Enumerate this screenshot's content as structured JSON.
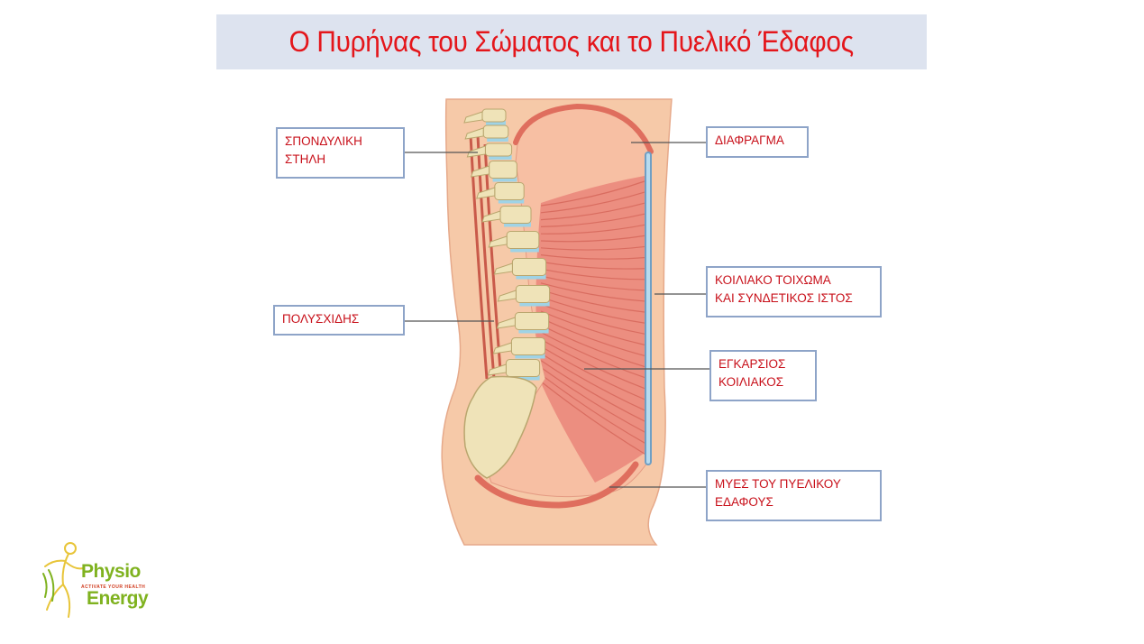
{
  "title": "Ο Πυρήνας του Σώματος και το Πυελικό Έδαφος",
  "labels": {
    "spine": {
      "line1": "ΣΠΟΝΔΥΛΙΚΗ",
      "line2": "ΣΤΗΛΗ"
    },
    "multifidus": {
      "line1": "ΠΟΛΥΣΧΙΔΗΣ"
    },
    "diaphragm": {
      "line1": "ΔΙΑΦΡΑΓΜΑ"
    },
    "abdominal_wall": {
      "line1": "ΚΟΙΛΙΑΚΟ ΤΟΙΧΩΜΑ",
      "line2": "ΚΑΙ ΣΥΝΔΕΤΙΚΟΣ ΙΣΤΟΣ"
    },
    "transversus": {
      "line1": "ΕΓΚΑΡΣΙΟΣ",
      "line2": "ΚΟΙΛΙΑΚΟΣ"
    },
    "pelvic_floor": {
      "line1": "ΜΥΕΣ ΤΟΥ ΠΥΕΛΙΚΟΥ",
      "line2": "ΕΔΑΦΟΥΣ"
    }
  },
  "logo": {
    "word1": "Physio",
    "tagline": "ACTIVATE YOUR HEALTH",
    "word2": "Energy"
  },
  "colors": {
    "title": "#e4161b",
    "label_text": "#c8101a",
    "label_border": "#8ea4c8",
    "title_bg": "#dde3ef",
    "skin": "#f6c9a8",
    "muscle": "#e8877a",
    "bone": "#efe3b8",
    "disc": "#9fd3e6",
    "logo_green": "#7fb21f",
    "logo_yellow": "#e8c53a"
  }
}
